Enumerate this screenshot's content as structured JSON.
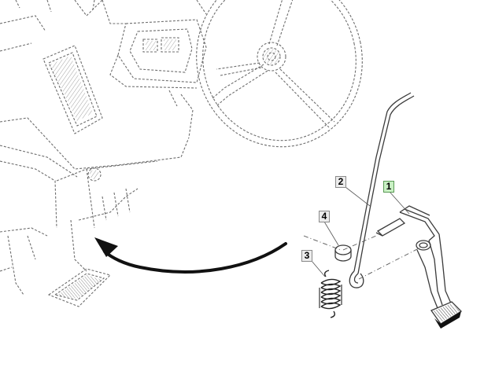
{
  "callouts": [
    {
      "label": "1",
      "highlighted": true
    },
    {
      "label": "2",
      "highlighted": false
    },
    {
      "label": "3",
      "highlighted": false
    },
    {
      "label": "4",
      "highlighted": false
    }
  ],
  "colors": {
    "line": "#4a4a4a",
    "dashed": "#6e6e6e",
    "arrow": "#111111",
    "highlight_fill": "#c9f0c4",
    "callout_fill": "#ececec"
  }
}
